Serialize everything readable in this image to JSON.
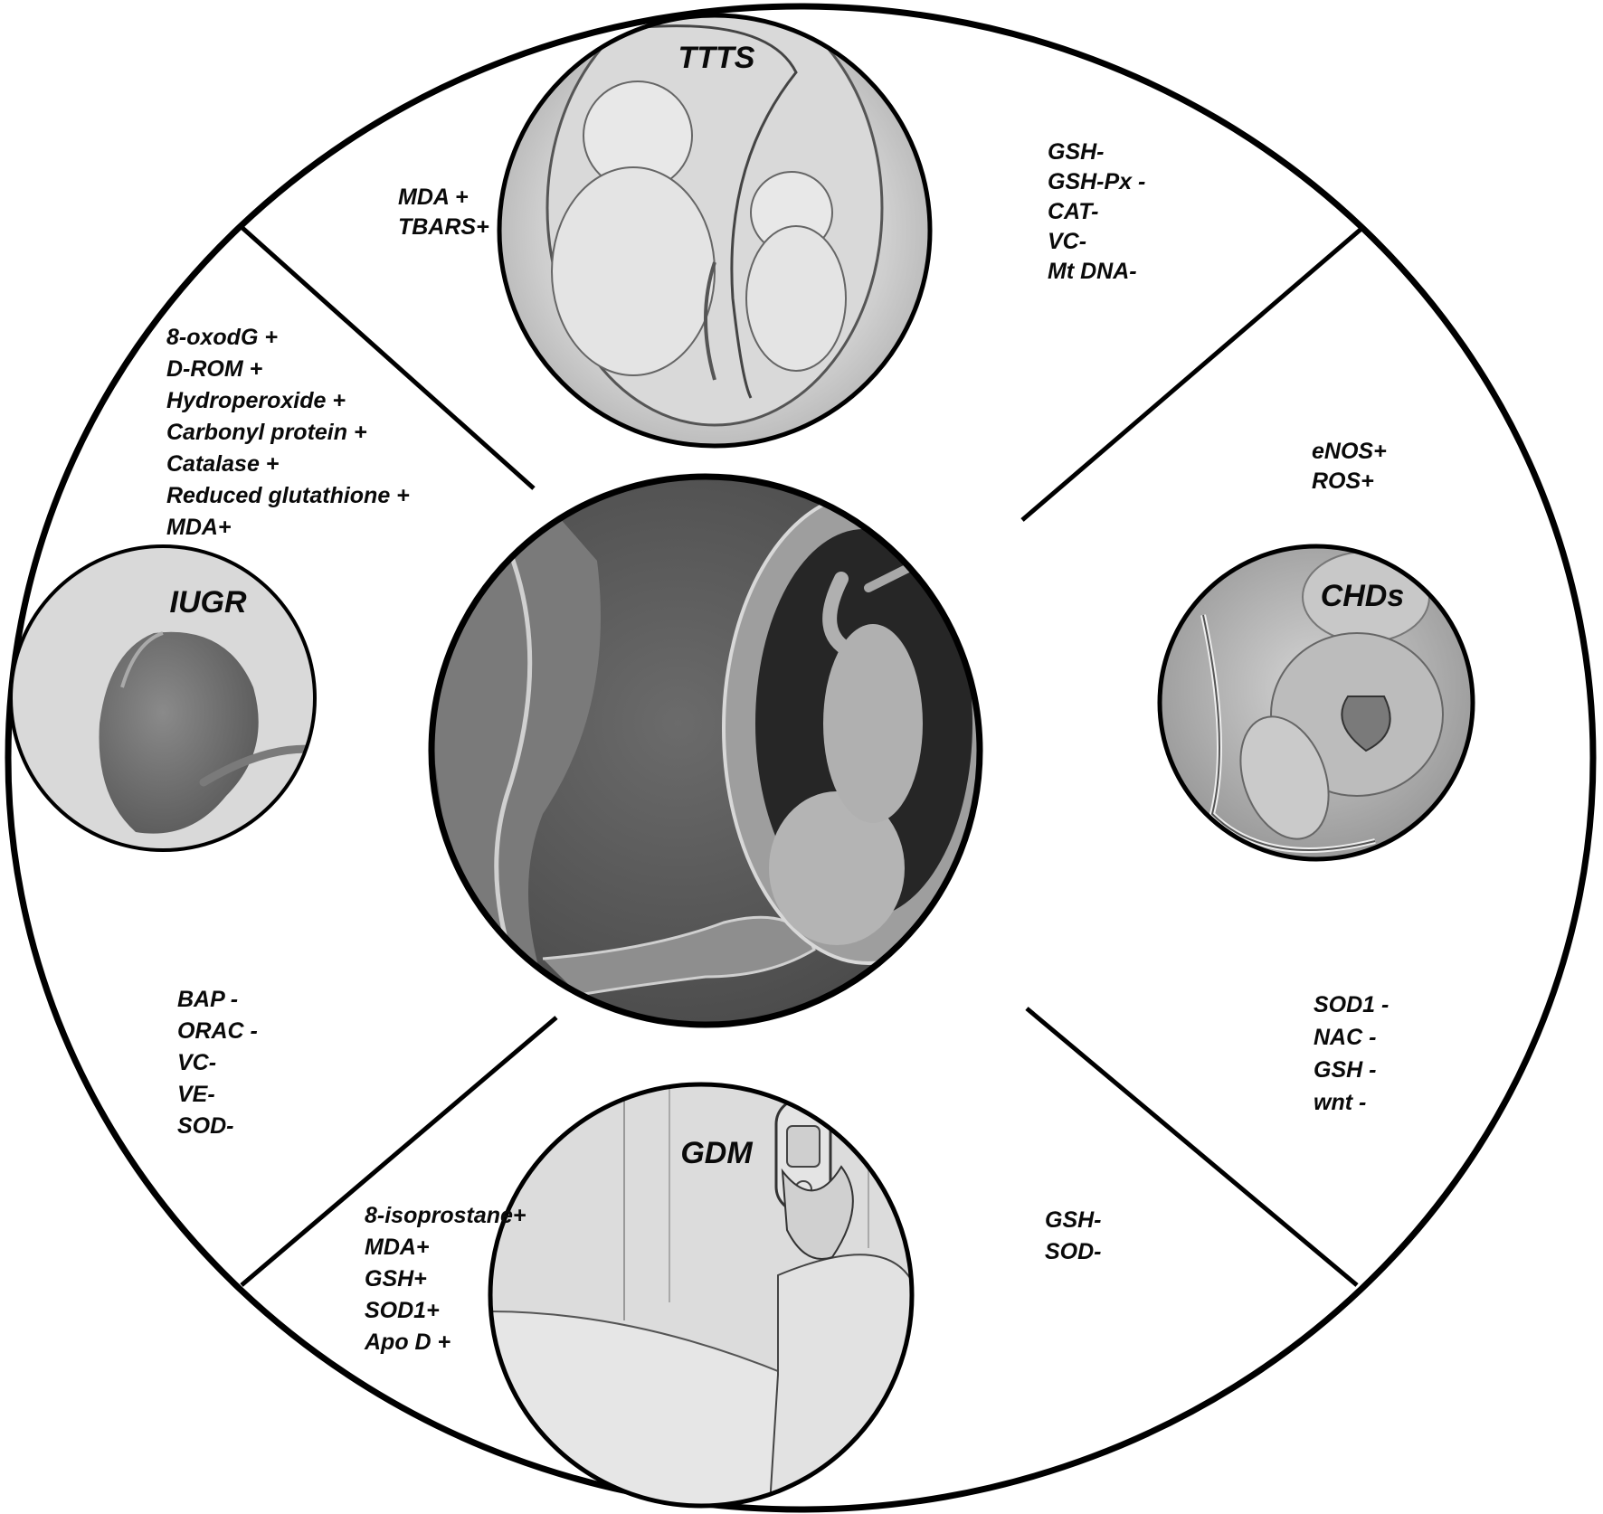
{
  "figure": {
    "theme": "Oxidative stress markers in pregnancy complications",
    "colors": {
      "outline": "#000000",
      "background": "#ffffff",
      "circle_fill": "#d8d8d8",
      "center_fill": "#5a5a5a"
    }
  },
  "center": {
    "image_description": "Pregnant woman silhouette with fetus in uterus (grayscale render)"
  },
  "conditions": [
    {
      "id": "ttts",
      "label": "TTTS",
      "image_description": "Twin fetuses in shared uterus (pencil illustration)",
      "markers_left": [
        "MDA +",
        "TBARS+"
      ],
      "markers_right": [
        "GSH-",
        "GSH-Px -",
        "CAT-",
        "VC-",
        "Mt DNA-"
      ]
    },
    {
      "id": "iugr",
      "label": "IUGR",
      "image_description": "Small fetus with umbilical cord",
      "markers_top": [
        "8-oxodG +",
        "D-ROM +",
        "Hydroperoxide +",
        "Carbonyl protein +",
        "Catalase +",
        "Reduced glutathione +",
        "MDA+"
      ],
      "markers_bottom": [
        "BAP -",
        "ORAC -",
        "VC-",
        "VE-",
        "SOD-"
      ]
    },
    {
      "id": "chds",
      "label": "CHDs",
      "image_description": "Fetus with visible heart and lungs",
      "markers_top": [
        "eNOS+",
        "ROS+"
      ],
      "markers_bottom": [
        "SOD1 -",
        "NAC -",
        "GSH -",
        "wnt -"
      ]
    },
    {
      "id": "gdm",
      "label": "GDM",
      "image_description": "Pregnant woman holding glucose meter",
      "markers_left": [
        "8-isoprostane+",
        "MDA+",
        "GSH+",
        "SOD1+",
        "Apo D +"
      ],
      "markers_right": [
        "GSH-",
        "SOD-"
      ]
    }
  ]
}
